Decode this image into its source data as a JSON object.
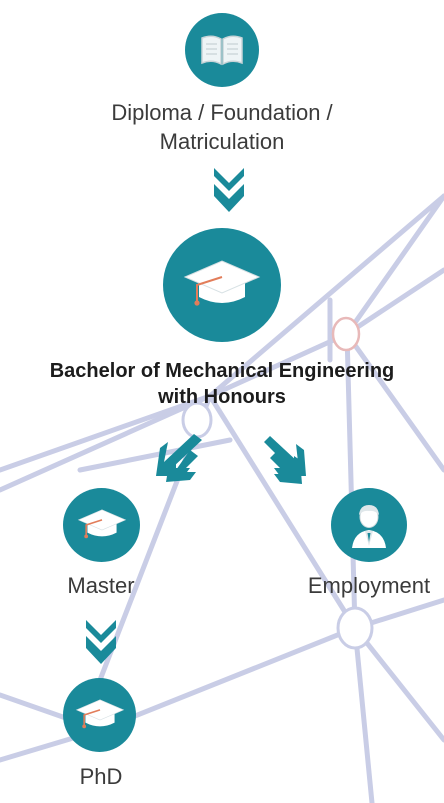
{
  "colors": {
    "primary": "#1a8a9a",
    "text": "#3b3b3b",
    "network": "#c9cde6"
  },
  "steps": {
    "diploma": {
      "label_line1": "Diploma / Foundation /",
      "label_line2": "Matriculation",
      "icon": "open-book-icon"
    },
    "bachelor": {
      "label_line1": "Bachelor of Mechanical Engineering",
      "label_line2": "with Honours",
      "icon": "graduation-cap-icon"
    },
    "master": {
      "label": "Master",
      "icon": "graduation-cap-icon"
    },
    "employment": {
      "label": "Employment",
      "icon": "professional-person-icon"
    },
    "phd": {
      "label": "PhD",
      "icon": "graduation-cap-icon"
    }
  }
}
